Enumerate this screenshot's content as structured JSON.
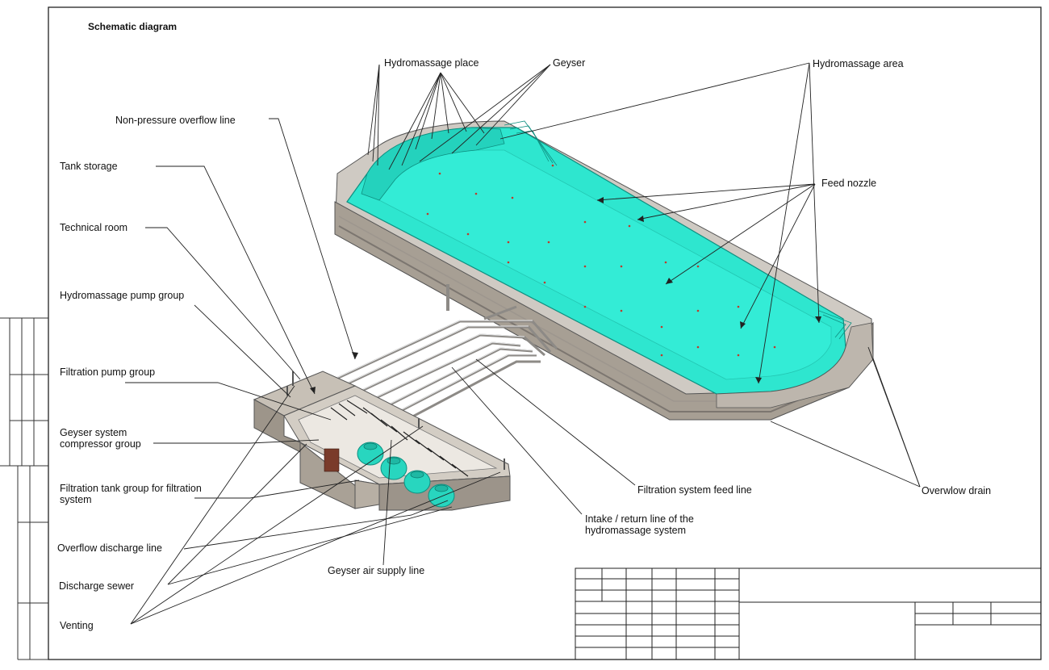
{
  "title": "Schematic diagram",
  "labels": {
    "hydromassage_place": "Hydromassage place",
    "geyser": "Geyser",
    "hydromassage_area": "Hydromassage area",
    "non_pressure_overflow_line": "Non-pressure overflow line",
    "tank_storage": "Tank storage",
    "technical_room": "Technical room",
    "hydromassage_pump_group": "Hydromassage pump group",
    "feed_nozzle": "Feed nozzle",
    "filtration_pump_group": "Filtration pump group",
    "geyser_compressor_line1": "Geyser system",
    "geyser_compressor_line2": "compressor group",
    "filtration_tank_line1": "Filtration tank group for filtration",
    "filtration_tank_line2": "system",
    "filtration_feed_line": "Filtration system feed line",
    "overflow_drain": "Overwlow drain",
    "intake_return_line1": "Intake / return line of the",
    "intake_return_line2": "hydromassage system",
    "overflow_discharge_line": "Overflow discharge line",
    "geyser_air_supply_line": "Geyser air supply line",
    "discharge_sewer": "Discharge sewer",
    "venting": "Venting"
  },
  "colors": {
    "pool_water": "#2ee6cf",
    "pool_water_dark": "#19c9b4",
    "concrete": "#b3aba0",
    "concrete_dark": "#8d857a",
    "pipe": "#c9ccd0",
    "tank": "#28d6bf",
    "line": "#222222"
  }
}
